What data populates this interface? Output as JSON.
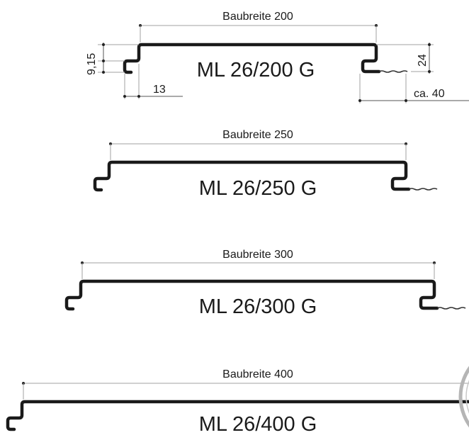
{
  "profiles": [
    {
      "name": "ML 26/200 G",
      "width_label": "Baubreite 200"
    },
    {
      "name": "ML 26/250 G",
      "width_label": "Baubreite 250"
    },
    {
      "name": "ML 26/300 G",
      "width_label": "Baubreite 300"
    },
    {
      "name": "ML 26/400 G",
      "width_label": "Baubreite 400"
    }
  ],
  "dimensions": {
    "step_height": "9,15",
    "height": "24",
    "lip": "13",
    "overlap": "ca. 40"
  }
}
